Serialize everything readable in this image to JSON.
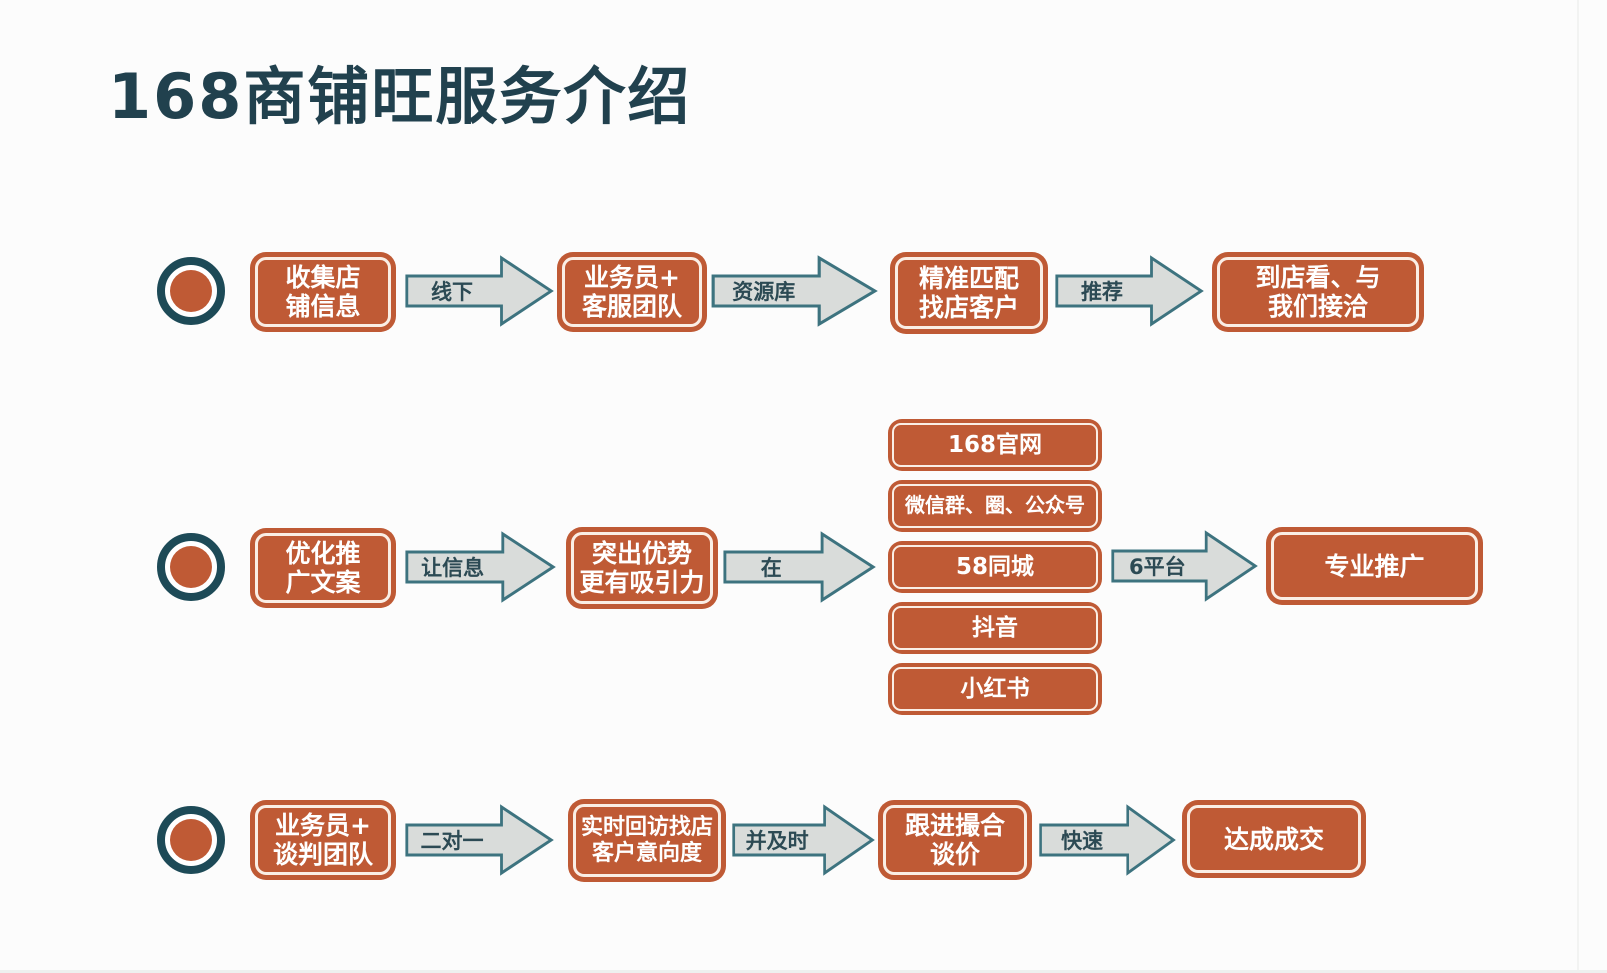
{
  "title": "168商铺旺服务介绍",
  "colors": {
    "box_orange": "#bf5a35",
    "box_inner_border": "#fffbf4",
    "bullet_ring_teal": "#1d4a57",
    "arrow_fill": "#d9dcda",
    "arrow_stroke": "#3d737f",
    "arrow_label": "#2c4a54",
    "title_color": "#21414e",
    "background": "#fcfcfc"
  },
  "flow": {
    "rows": [
      {
        "items": [
          {
            "kind": "box",
            "lines": [
              "收集店",
              "铺信息"
            ]
          },
          {
            "kind": "arrow",
            "label": "线下"
          },
          {
            "kind": "box",
            "lines": [
              "业务员+",
              "客服团队"
            ]
          },
          {
            "kind": "arrow",
            "label": "资源库"
          },
          {
            "kind": "box",
            "lines": [
              "精准匹配",
              "找店客户"
            ]
          },
          {
            "kind": "arrow",
            "label": "推荐"
          },
          {
            "kind": "box",
            "lines": [
              "到店看、与",
              "我们接洽"
            ]
          }
        ]
      },
      {
        "items": [
          {
            "kind": "box",
            "lines": [
              "优化推",
              "广文案"
            ]
          },
          {
            "kind": "arrow",
            "label": "让信息"
          },
          {
            "kind": "box",
            "lines": [
              "突出优势",
              "更有吸引力"
            ]
          },
          {
            "kind": "arrow",
            "label": "在"
          },
          {
            "kind": "platforms",
            "boxes": [
              "168官网",
              "微信群、圈、公众号",
              "58同城",
              "抖音",
              "小红书"
            ]
          },
          {
            "kind": "arrow",
            "label": "6平台"
          },
          {
            "kind": "box",
            "lines": [
              "专业推广"
            ]
          }
        ]
      },
      {
        "items": [
          {
            "kind": "box",
            "lines": [
              "业务员+",
              "谈判团队"
            ]
          },
          {
            "kind": "arrow",
            "label": "二对一"
          },
          {
            "kind": "box",
            "lines": [
              "实时回访找店",
              "客户意向度"
            ]
          },
          {
            "kind": "arrow",
            "label": "并及时"
          },
          {
            "kind": "box",
            "lines": [
              "跟进撮合",
              "谈价"
            ]
          },
          {
            "kind": "arrow",
            "label": "快速"
          },
          {
            "kind": "box",
            "lines": [
              "达成成交"
            ]
          }
        ]
      }
    ]
  }
}
